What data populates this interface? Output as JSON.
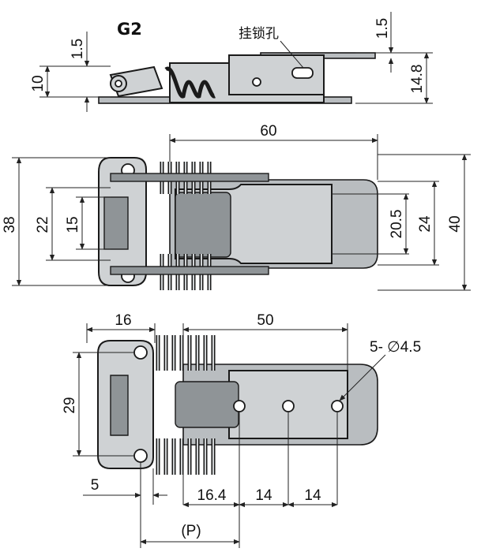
{
  "title": "G2",
  "top_view": {
    "hole_label": "挂锁孔",
    "dims": {
      "left_upper": "1.5",
      "left_lower": "10",
      "right_upper": "1.5",
      "right_lower": "14.8"
    }
  },
  "mid_view": {
    "dims": {
      "length": "60",
      "height_outer_left": "38",
      "height_mid": "22",
      "height_inner": "15",
      "height_right_inner": "20.5",
      "height_right_mid": "24",
      "height_right_outer": "40"
    }
  },
  "bottom_view": {
    "hole_note": "5- ∅4.5",
    "dims": {
      "width_left": "16",
      "length": "50",
      "height": "29",
      "offset": "5",
      "hole_pos1": "16.4",
      "hole_pitch1": "14",
      "hole_pitch2": "14",
      "p_label": "(P)"
    }
  },
  "colors": {
    "metal": "#cfd2d4",
    "outline": "#1a1a1a",
    "dimension": "#222222"
  }
}
